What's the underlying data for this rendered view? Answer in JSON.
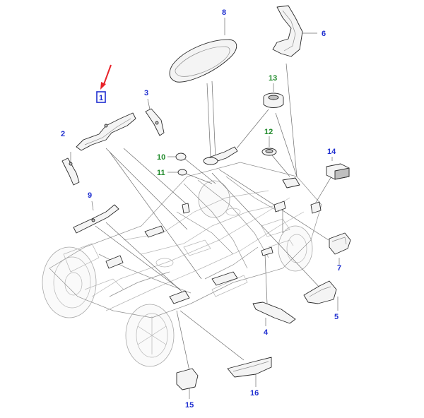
{
  "diagram": {
    "callouts": [
      {
        "id": "1",
        "label": "1",
        "color": "blue",
        "highlighted": true
      },
      {
        "id": "2",
        "label": "2",
        "color": "blue"
      },
      {
        "id": "3",
        "label": "3",
        "color": "blue"
      },
      {
        "id": "4",
        "label": "4",
        "color": "blue"
      },
      {
        "id": "5",
        "label": "5",
        "color": "blue"
      },
      {
        "id": "6",
        "label": "6",
        "color": "blue"
      },
      {
        "id": "7",
        "label": "7",
        "color": "blue"
      },
      {
        "id": "8",
        "label": "8",
        "color": "blue"
      },
      {
        "id": "9",
        "label": "9",
        "color": "blue"
      },
      {
        "id": "10",
        "label": "10",
        "color": "green"
      },
      {
        "id": "11",
        "label": "11",
        "color": "green"
      },
      {
        "id": "12",
        "label": "12",
        "color": "green"
      },
      {
        "id": "13",
        "label": "13",
        "color": "green"
      },
      {
        "id": "14",
        "label": "14",
        "color": "blue"
      },
      {
        "id": "15",
        "label": "15",
        "color": "blue"
      },
      {
        "id": "16",
        "label": "16",
        "color": "blue"
      }
    ],
    "colors": {
      "callout_blue": "#1f2fd0",
      "callout_green": "#1f8a2a",
      "highlight_box": "#1f2fd0",
      "pointer_arrow": "#e8232a"
    },
    "pointer": {
      "target": "1",
      "icon": "red-arrow-icon"
    }
  }
}
